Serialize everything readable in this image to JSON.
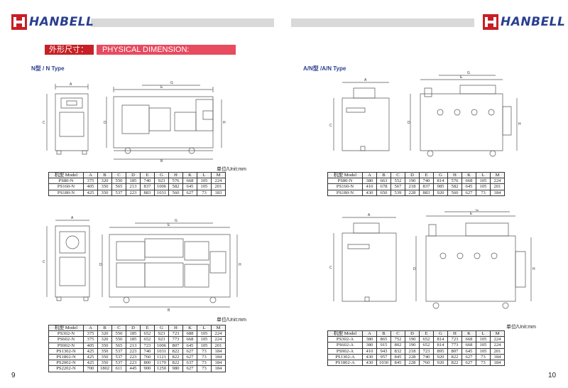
{
  "brand": "HANBELL",
  "section": {
    "zh": "外形尺寸：",
    "en": "PHYSICAL DIMENSION:"
  },
  "left": {
    "subtitle": "N型 / N Type",
    "unit1": "单位/Unit:mm",
    "unit2": "单位/Unit:mm",
    "page": "9",
    "table1": {
      "headers": [
        "机型 Model",
        "A",
        "B",
        "C",
        "D",
        "E",
        "G",
        "H",
        "K",
        "L",
        "M"
      ],
      "rows": [
        [
          "PS80-N",
          "375",
          "320",
          "550",
          "185",
          "740",
          "923",
          "576",
          "668",
          "105",
          "224"
        ],
        [
          "PS160-N",
          "405",
          "350",
          "565",
          "213",
          "837",
          "1006",
          "582",
          "645",
          "105",
          "201"
        ],
        [
          "PS180-N",
          "425",
          "350",
          "537",
          "223",
          "883",
          "1031",
          "560",
          "627",
          "73",
          "183"
        ]
      ]
    },
    "table2": {
      "headers": [
        "机型 Model",
        "A",
        "B",
        "C",
        "D",
        "E",
        "G",
        "H",
        "K",
        "L",
        "M"
      ],
      "rows": [
        [
          "PS302-N",
          "375",
          "320",
          "550",
          "185",
          "652",
          "923",
          "723",
          "688",
          "105",
          "224"
        ],
        [
          "PS602-N",
          "375",
          "320",
          "550",
          "185",
          "652",
          "923",
          "773",
          "668",
          "105",
          "224"
        ],
        [
          "PS902-N",
          "405",
          "350",
          "565",
          "213",
          "723",
          "1006",
          "807",
          "645",
          "105",
          "201"
        ],
        [
          "PS1302-N",
          "425",
          "350",
          "537",
          "223",
          "740",
          "1031",
          "822",
          "627",
          "73",
          "184"
        ],
        [
          "PS1802-N",
          "425",
          "350",
          "537",
          "223",
          "760",
          "1121",
          "822",
          "627",
          "73",
          "184"
        ],
        [
          "PS2002-N",
          "425",
          "350",
          "537",
          "223",
          "800",
          "1170",
          "822",
          "637",
          "73",
          "184"
        ],
        [
          "PS2202-N",
          "700",
          "1802",
          "611",
          "445",
          "900",
          "1250",
          "980",
          "627",
          "73",
          "184"
        ]
      ]
    }
  },
  "right": {
    "subtitle": "A/N型  /A/N Type",
    "unit2": "单位/Unit:mm",
    "page": "10",
    "table1": {
      "headers": [
        "机型 Model",
        "A",
        "B",
        "C",
        "D",
        "E",
        "G",
        "H",
        "K",
        "L",
        "M"
      ],
      "rows": [
        [
          "PS80-N",
          "380",
          "663",
          "552",
          "190",
          "740",
          "814",
          "576",
          "668",
          "105",
          "224"
        ],
        [
          "PS160-N",
          "410",
          "678",
          "567",
          "218",
          "837",
          "985",
          "582",
          "645",
          "105",
          "201"
        ],
        [
          "PS180-N",
          "430",
          "650",
          "539",
          "228",
          "883",
          "920",
          "560",
          "627",
          "73",
          "184"
        ]
      ]
    },
    "table2": {
      "headers": [
        "机型 Model",
        "A",
        "B",
        "C",
        "D",
        "E",
        "G",
        "H",
        "K",
        "L",
        "M"
      ],
      "rows": [
        [
          "PS302-A",
          "380",
          "865",
          "752",
          "190",
          "652",
          "814",
          "723",
          "668",
          "105",
          "224"
        ],
        [
          "PS602-A",
          "380",
          "915",
          "802",
          "190",
          "652",
          "814",
          "773",
          "668",
          "105",
          "224"
        ],
        [
          "PS902-A",
          "410",
          "943",
          "832",
          "218",
          "723",
          "895",
          "807",
          "645",
          "105",
          "201"
        ],
        [
          "PS1302-A",
          "430",
          "957",
          "845",
          "228",
          "740",
          "920",
          "822",
          "627",
          "73",
          "184"
        ],
        [
          "PS1802-A",
          "430",
          "1030",
          "845",
          "228",
          "760",
          "920",
          "822",
          "627",
          "73",
          "184"
        ]
      ]
    }
  }
}
